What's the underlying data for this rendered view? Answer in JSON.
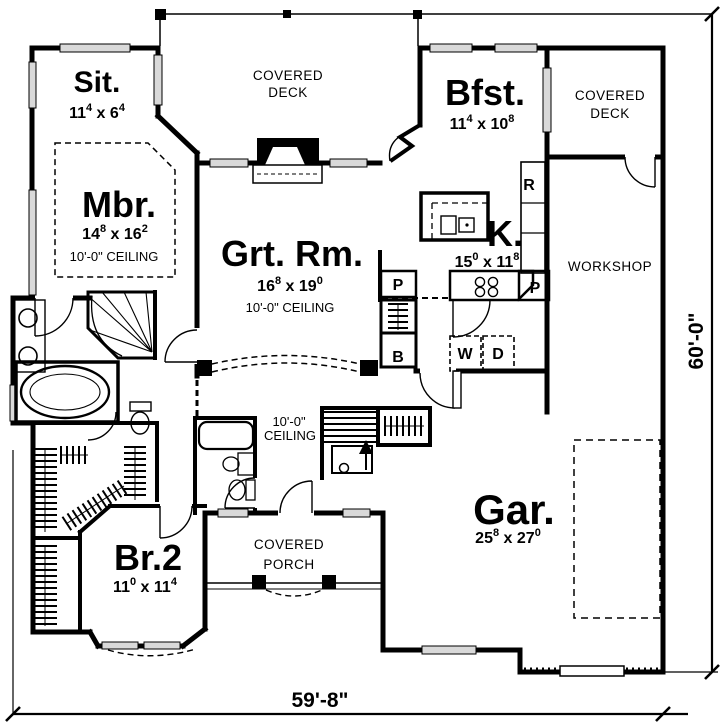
{
  "canvas": {
    "bg": "#ffffff",
    "ink": "#000000",
    "window_fill": "#d9d9d9"
  },
  "ui": {
    "sep": " x "
  },
  "overall_dims": {
    "bottom": "59'-8\"",
    "right": "60'-0\""
  },
  "rooms": {
    "sit": {
      "name": "Sit.",
      "w_ft": "11",
      "w_in": "4",
      "h_ft": "6",
      "h_in": "4"
    },
    "mbr": {
      "name": "Mbr.",
      "w_ft": "14",
      "w_in": "8",
      "h_ft": "16",
      "h_in": "2",
      "ceiling": "10'-0\" CEILING"
    },
    "grt": {
      "name": "Grt. Rm.",
      "w_ft": "16",
      "w_in": "8",
      "h_ft": "19",
      "h_in": "0",
      "ceiling": "10'-0\" CEILING"
    },
    "bfst": {
      "name": "Bfst.",
      "w_ft": "11",
      "w_in": "4",
      "h_ft": "10",
      "h_in": "8"
    },
    "kitchen": {
      "name": "K.",
      "w_ft": "15",
      "w_in": "0",
      "h_ft": "11",
      "h_in": "8"
    },
    "garage": {
      "name": "Gar.",
      "w_ft": "25",
      "w_in": "8",
      "h_ft": "27",
      "h_in": "0"
    },
    "br2": {
      "name": "Br.2",
      "w_ft": "11",
      "w_in": "0",
      "h_ft": "11",
      "h_in": "4"
    },
    "workshop": {
      "name": "WORKSHOP"
    },
    "deck_top": {
      "line1": "COVERED",
      "line2": "DECK"
    },
    "deck_right": {
      "line1": "COVERED",
      "line2": "DECK"
    },
    "porch": {
      "line1": "COVERED",
      "line2": "PORCH"
    },
    "hall": {
      "line1": "10'-0\"",
      "line2": "CEILING"
    }
  },
  "fixtures": {
    "refrigerator": "R",
    "pantry_left": "P",
    "pantry_right": "P",
    "broom_closet": "B",
    "washer": "W",
    "dryer": "D"
  }
}
